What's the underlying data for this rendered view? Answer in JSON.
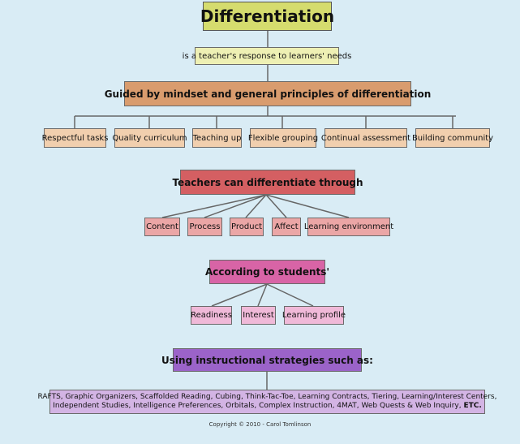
{
  "title": "Differentiation",
  "tagline": "is a teacher's response to learners' needs",
  "principles": {
    "heading": "Guided by mindset and general principles of differentiation",
    "items": [
      "Respectful tasks",
      "Quality curriculum",
      "Teaching up",
      "Flexible grouping",
      "Continual assessment",
      "Building community"
    ]
  },
  "through": {
    "heading": "Teachers can differentiate through",
    "items": [
      "Content",
      "Process",
      "Product",
      "Affect",
      "Learning environment"
    ]
  },
  "students": {
    "heading": "According to students'",
    "items": [
      "Readiness",
      "Interest",
      "Learning profile"
    ]
  },
  "strategies": {
    "heading": "Using instructional strategies such as:",
    "line1": "RAFTS, Graphic Organizers, Scaffolded Reading, Cubing, Think-Tac-Toe, Learning Contracts, Tiering,  Learning/Interest Centers,",
    "line2": "Independent Studies, Intelligence Preferences, Orbitals, Complex Instruction, 4MAT, Web Quests & Web Inquiry,",
    "line2_end": "ETC."
  },
  "copyright": "Copyright © 2010 - Carol Tomlinson",
  "colors": {
    "background": "#d9ecf5",
    "title": "#d5dc6e",
    "principles": "#d99c6e",
    "through": "#d45f62",
    "students": "#d864a6",
    "strategies": "#9b63c9"
  }
}
